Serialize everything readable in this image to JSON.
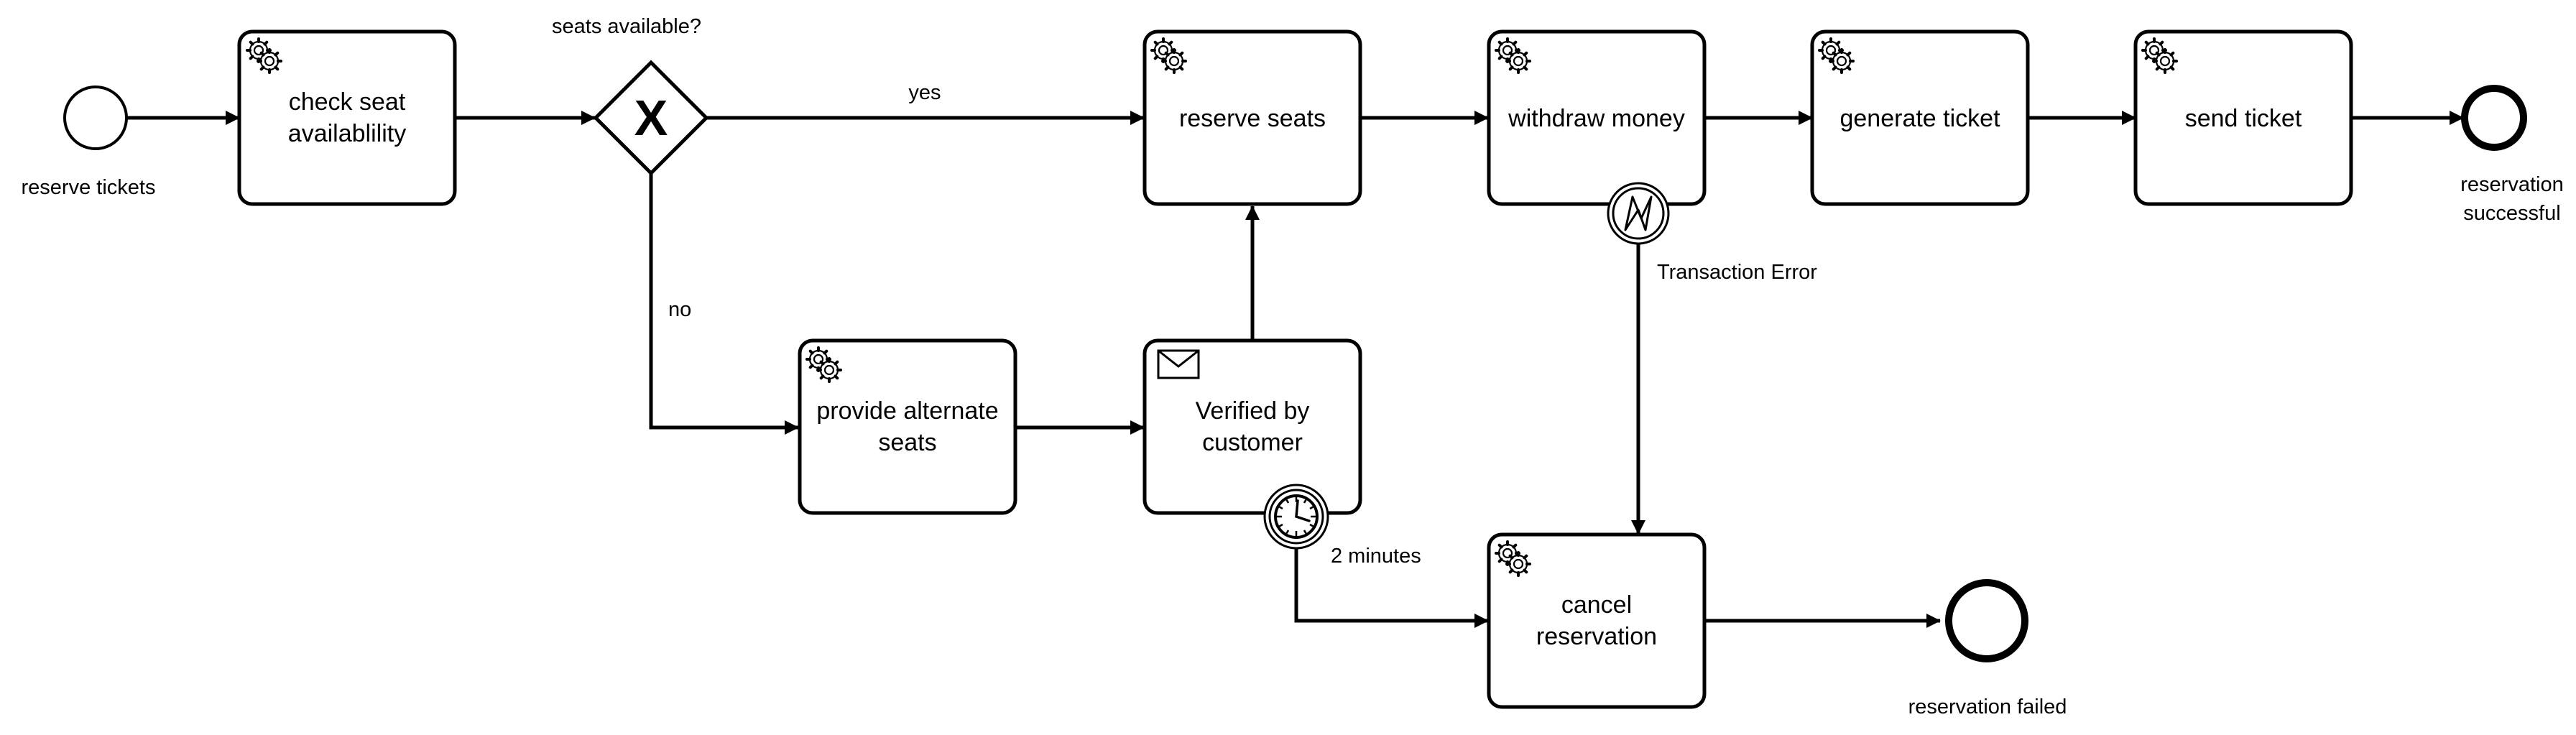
{
  "events": {
    "start": "reserve tickets",
    "end_success_line1": "reservation",
    "end_success_line2": "successful",
    "end_failed": "reservation failed"
  },
  "tasks": {
    "check_seat_line1": "check seat",
    "check_seat_line2": "availablility",
    "reserve_seats": "reserve seats",
    "withdraw_money": "withdraw money",
    "generate_ticket": "generate ticket",
    "send_ticket": "send ticket",
    "provide_alternate_line1": "provide alternate",
    "provide_alternate_line2": "seats",
    "verified_line1": "Verified by",
    "verified_line2": "customer",
    "cancel_line1": "cancel",
    "cancel_line2": "reservation"
  },
  "gateway": {
    "question": "seats available?",
    "marker": "X"
  },
  "flows": {
    "yes": "yes",
    "no": "no",
    "transaction_error": "Transaction Error",
    "timer": "2 minutes"
  },
  "icons": {
    "service_task": "gear-icon",
    "receive_task": "envelope-icon",
    "error_event": "lightning-icon",
    "timer_event": "clock-icon"
  },
  "colors": {
    "stroke": "#000000",
    "fill": "#ffffff"
  }
}
